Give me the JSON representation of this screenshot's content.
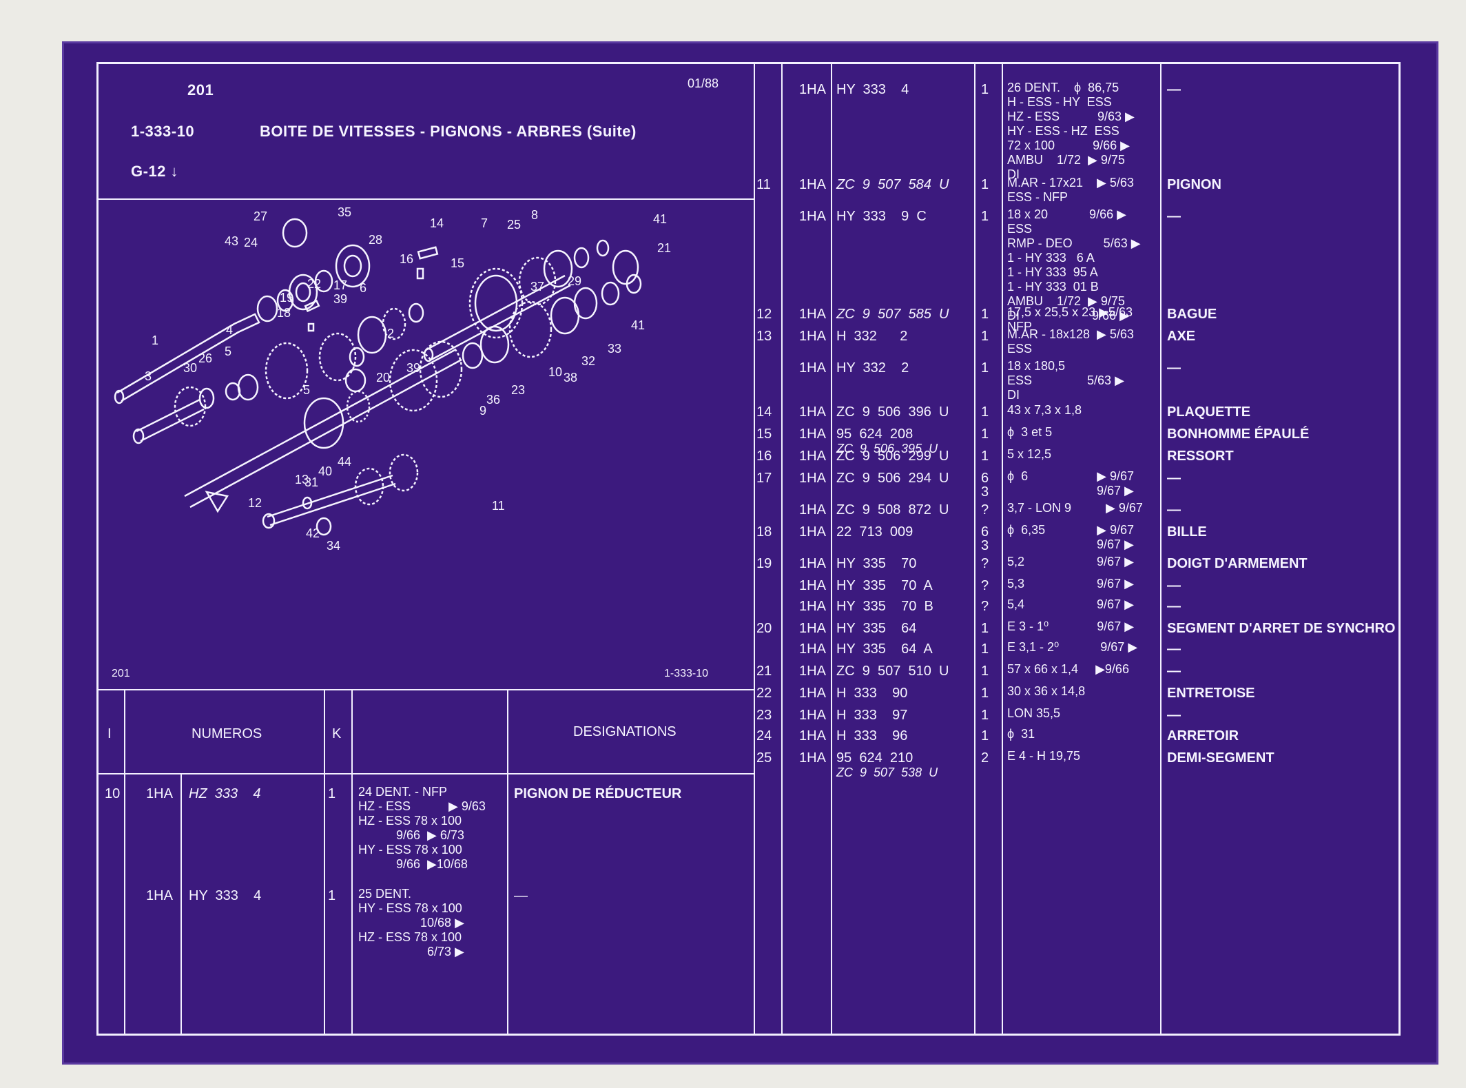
{
  "header": {
    "page_num": "201",
    "date": "01/88",
    "ref": "1-333-10",
    "title": "BOITE DE VITESSES - PIGNONS - ARBRES (Suite)",
    "model": "G-12 ↓"
  },
  "diagram": {
    "page_num": "201",
    "ref": "1-333-10",
    "callouts": [
      "1",
      "2",
      "3",
      "4",
      "5",
      "6",
      "7",
      "8",
      "9",
      "10",
      "11",
      "12",
      "13",
      "14",
      "15",
      "16",
      "17",
      "18",
      "19",
      "20",
      "21",
      "22",
      "23",
      "24",
      "25",
      "26",
      "27",
      "28",
      "29",
      "30",
      "31",
      "32",
      "33",
      "34",
      "35",
      "36",
      "37",
      "38",
      "39",
      "40",
      "41",
      "42",
      "43",
      "44"
    ]
  },
  "left_table": {
    "headers": {
      "index": "I",
      "numeros": "NUMEROS",
      "k": "K",
      "designations": "DESIGNATIONS"
    },
    "rows": [
      {
        "idx": "10",
        "code": "1HA",
        "num": "HZ  333    4",
        "k": "1",
        "desc": [
          "24 DENT. - NFP",
          "HZ - ESS           ▶ 9/63",
          "HZ - ESS 78 x 100",
          "           9/66  ▶ 6/73",
          "HY - ESS 78 x 100",
          "           9/66  ▶10/68"
        ],
        "des": "PIGNON DE RÉDUCTEUR"
      },
      {
        "idx": "",
        "code": "1HA",
        "num": "HY  333    4",
        "k": "1",
        "desc": [
          "25 DENT.",
          "HY - ESS 78 x 100",
          "                  10/68 ▶",
          "HZ - ESS 78 x 100",
          "                    6/73 ▶"
        ],
        "des": "—"
      }
    ]
  },
  "right_table": {
    "rows": [
      {
        "idx": "",
        "code": "1HA",
        "num": "HY  333    4",
        "k": "1",
        "desc": [
          "26 DENT.    ϕ  86,75",
          "H - ESS - HY  ESS",
          "HZ - ESS           9/63 ▶",
          "HY - ESS - HZ  ESS",
          "72 x 100           9/66 ▶",
          "AMBU    1/72  ▶ 9/75",
          "DI"
        ],
        "des": "—"
      },
      {
        "idx": "11",
        "code": "1HA",
        "num": "ZC  9  507  584  U",
        "k": "1",
        "desc": [
          "M.AR - 17x21    ▶ 5/63",
          "ESS - NFP"
        ],
        "des": "PIGNON"
      },
      {
        "idx": "",
        "code": "1HA",
        "num": "HY  333    9  C",
        "k": "1",
        "desc": [
          "18 x 20            9/66 ▶",
          "ESS",
          "RMP - DEO         5/63 ▶",
          "1 - HY 333   6 A",
          "1 - HY 333  95 A",
          "1 - HY 333  01 B",
          "AMBU    1/72  ▶ 9/75",
          "DI                     9/66 ▶"
        ],
        "des": "—"
      },
      {
        "idx": "12",
        "code": "1HA",
        "num": "ZC  9  507  585  U",
        "k": "1",
        "desc": [
          "17,5 x 25,5 x 23 ▶5/63",
          "NFP"
        ],
        "des": "BAGUE"
      },
      {
        "idx": "13",
        "code": "1HA",
        "num": "H  332      2",
        "k": "1",
        "desc": [
          "M.AR - 18x128  ▶ 5/63",
          "ESS"
        ],
        "des": "AXE"
      },
      {
        "idx": "",
        "code": "1HA",
        "num": "HY  332    2",
        "k": "1",
        "desc": [
          "18 x 180,5",
          "ESS                5/63 ▶",
          "DI"
        ],
        "des": "—"
      },
      {
        "idx": "14",
        "code": "1HA",
        "num": "ZC  9  506  396  U",
        "k": "1",
        "desc": [
          "43 x 7,3 x 1,8"
        ],
        "des": "PLAQUETTE"
      },
      {
        "idx": "15",
        "code": "1HA",
        "num": "95  624  208",
        "num2": "ZC  9  506  395  U",
        "k": "1",
        "desc": [
          "ϕ  3 et 5"
        ],
        "des": "BONHOMME ÉPAULÉ"
      },
      {
        "idx": "16",
        "code": "1HA",
        "num": "ZC  9  506  299  U",
        "k": "1",
        "desc": [
          "5 x 12,5"
        ],
        "des": "RESSORT"
      },
      {
        "idx": "17",
        "code": "1HA",
        "num": "ZC  9  506  294  U",
        "k": "6\n3",
        "desc": [
          "ϕ  6                    ▶ 9/67",
          "                          9/67 ▶"
        ],
        "des": "—"
      },
      {
        "idx": "",
        "code": "1HA",
        "num": "ZC  9  508  872  U",
        "k": "?",
        "desc": [
          "3,7 - LON 9          ▶ 9/67"
        ],
        "des": "—"
      },
      {
        "idx": "18",
        "code": "1HA",
        "num": "22  713  009",
        "k": "6\n3",
        "desc": [
          "ϕ  6,35               ▶ 9/67",
          "                          9/67 ▶"
        ],
        "des": "BILLE"
      },
      {
        "idx": "19",
        "code": "1HA",
        "num": "HY  335    70",
        "k": "?",
        "desc": [
          "5,2                     9/67 ▶"
        ],
        "des": "DOIGT D'ARMEMENT"
      },
      {
        "idx": "",
        "code": "1HA",
        "num": "HY  335    70  A",
        "k": "?",
        "desc": [
          "5,3                     9/67 ▶"
        ],
        "des": "—"
      },
      {
        "idx": "",
        "code": "1HA",
        "num": "HY  335    70  B",
        "k": "?",
        "desc": [
          "5,4                     9/67 ▶"
        ],
        "des": "—"
      },
      {
        "idx": "20",
        "code": "1HA",
        "num": "HY  335    64",
        "k": "1",
        "desc": [
          "E 3 - 1⁰              9/67 ▶"
        ],
        "des": "SEGMENT D'ARRET DE SYNCHRO"
      },
      {
        "idx": "",
        "code": "1HA",
        "num": "HY  335    64  A",
        "k": "1",
        "desc": [
          "E 3,1 - 2⁰            9/67 ▶"
        ],
        "des": "—"
      },
      {
        "idx": "21",
        "code": "1HA",
        "num": "ZC  9  507  510  U",
        "k": "1",
        "desc": [
          "57 x 66 x 1,4     ▶9/66"
        ],
        "des": "—"
      },
      {
        "idx": "22",
        "code": "1HA",
        "num": "H  333    90",
        "k": "1",
        "desc": [
          "30 x 36 x 14,8"
        ],
        "des": "ENTRETOISE"
      },
      {
        "idx": "23",
        "code": "1HA",
        "num": "H  333    97",
        "k": "1",
        "desc": [
          "LON 35,5"
        ],
        "des": "—"
      },
      {
        "idx": "24",
        "code": "1HA",
        "num": "H  333    96",
        "k": "1",
        "desc": [
          "ϕ  31"
        ],
        "des": "ARRETOIR"
      },
      {
        "idx": "25",
        "code": "1HA",
        "num": "95  624  210",
        "num2": "ZC  9  507  538  U",
        "k": "2",
        "desc": [
          "E 4 - H 19,75"
        ],
        "des": "DEMI-SEGMENT"
      }
    ]
  },
  "colors": {
    "sheet": "#3c1a7e",
    "ink": "#f6f4ff"
  }
}
